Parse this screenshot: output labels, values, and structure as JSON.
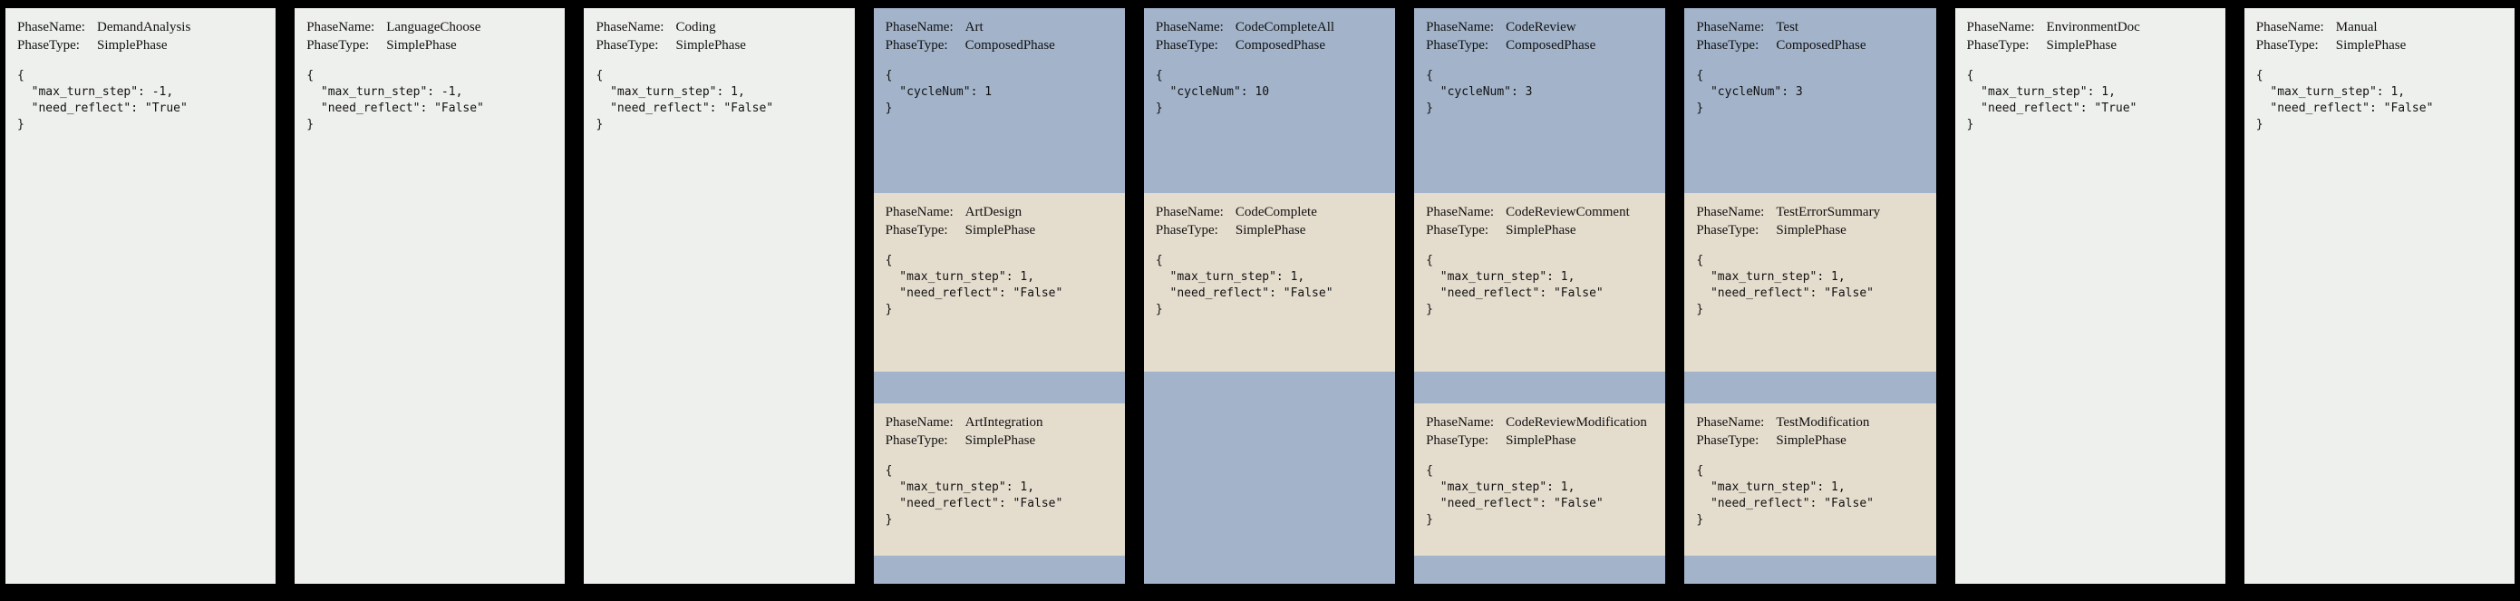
{
  "labels": {
    "phase_name": "PhaseName:",
    "phase_type": "PhaseType:"
  },
  "colors": {
    "background": "#000000",
    "simple_phase_bg": "#eef0ed",
    "composed_phase_bg": "#a2b3ca",
    "subphase_bg": "#e4dccd",
    "text": "#111111"
  },
  "columns": [
    {
      "name": "DemandAnalysis",
      "phase_type": "SimplePhase",
      "config": "{\n  \"max_turn_step\": -1,\n  \"need_reflect\": \"True\"\n}"
    },
    {
      "name": "LanguageChoose",
      "phase_type": "SimplePhase",
      "config": "{\n  \"max_turn_step\": -1,\n  \"need_reflect\": \"False\"\n}"
    },
    {
      "name": "Coding",
      "phase_type": "SimplePhase",
      "config": "{\n  \"max_turn_step\": 1,\n  \"need_reflect\": \"False\"\n}"
    },
    {
      "name": "Art",
      "phase_type": "ComposedPhase",
      "config": "{\n  \"cycleNum\": 1\n}",
      "subphases": [
        {
          "name": "ArtDesign",
          "phase_type": "SimplePhase",
          "config": "{\n  \"max_turn_step\": 1,\n  \"need_reflect\": \"False\"\n}"
        },
        {
          "name": "ArtIntegration",
          "phase_type": "SimplePhase",
          "config": "{\n  \"max_turn_step\": 1,\n  \"need_reflect\": \"False\"\n}"
        }
      ]
    },
    {
      "name": "CodeCompleteAll",
      "phase_type": "ComposedPhase",
      "config": "{\n  \"cycleNum\": 10\n}",
      "subphases": [
        {
          "name": "CodeComplete",
          "phase_type": "SimplePhase",
          "config": "{\n  \"max_turn_step\": 1,\n  \"need_reflect\": \"False\"\n}"
        }
      ]
    },
    {
      "name": "CodeReview",
      "phase_type": "ComposedPhase",
      "config": "{\n  \"cycleNum\": 3\n}",
      "subphases": [
        {
          "name": "CodeReviewComment",
          "phase_type": "SimplePhase",
          "config": "{\n  \"max_turn_step\": 1,\n  \"need_reflect\": \"False\"\n}"
        },
        {
          "name": "CodeReviewModification",
          "phase_type": "SimplePhase",
          "config": "{\n  \"max_turn_step\": 1,\n  \"need_reflect\": \"False\"\n}"
        }
      ]
    },
    {
      "name": "Test",
      "phase_type": "ComposedPhase",
      "config": "{\n  \"cycleNum\": 3\n}",
      "subphases": [
        {
          "name": "TestErrorSummary",
          "phase_type": "SimplePhase",
          "config": "{\n  \"max_turn_step\": 1,\n  \"need_reflect\": \"False\"\n}"
        },
        {
          "name": "TestModification",
          "phase_type": "SimplePhase",
          "config": "{\n  \"max_turn_step\": 1,\n  \"need_reflect\": \"False\"\n}"
        }
      ]
    },
    {
      "name": "EnvironmentDoc",
      "phase_type": "SimplePhase",
      "config": "{\n  \"max_turn_step\": 1,\n  \"need_reflect\": \"True\"\n}"
    },
    {
      "name": "Manual",
      "phase_type": "SimplePhase",
      "config": "{\n  \"max_turn_step\": 1,\n  \"need_reflect\": \"False\"\n}"
    }
  ]
}
